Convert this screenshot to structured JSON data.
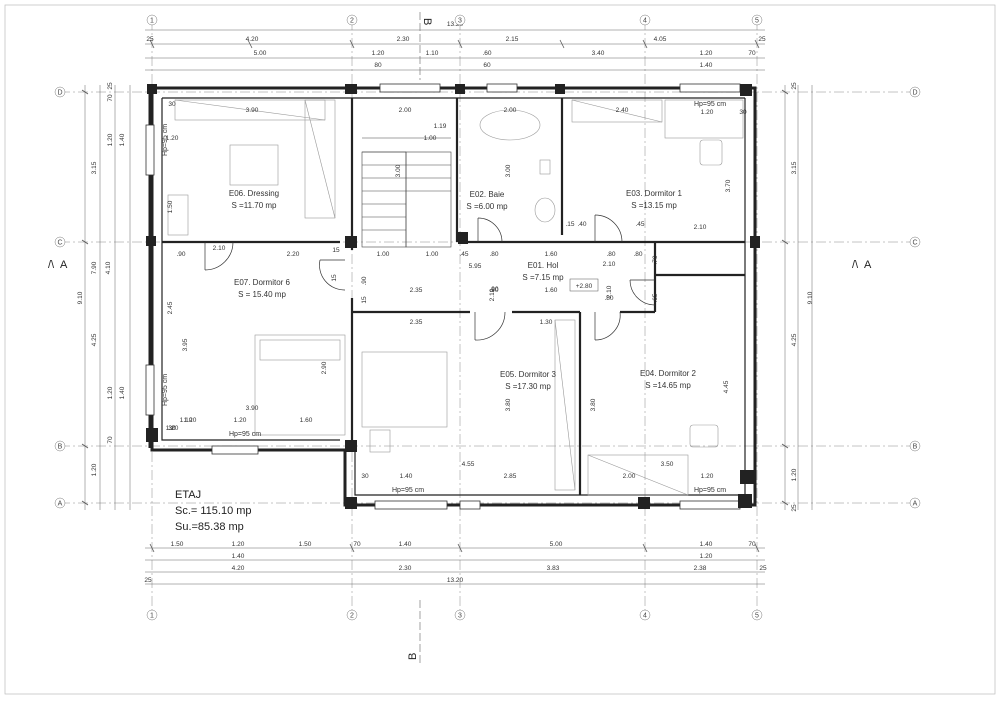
{
  "plan": {
    "level_title": "ETAJ",
    "sc_area": "Sc.= 115.10 mp",
    "su_area": "Su.=85.38 mp",
    "level_mark": "+2.80",
    "section_a_left": "A",
    "section_a_right": "A",
    "section_b_top": "B",
    "section_b_bottom": "B",
    "section_glyph": "/\\",
    "hp_label": "Hp=95 cm"
  },
  "rooms": [
    {
      "name": "E06. Dressing",
      "area": "S =11.70 mp"
    },
    {
      "name": "E07. Dormitor 6",
      "area": "S = 15.40 mp"
    },
    {
      "name": "E02. Baie",
      "area": "S =6.00 mp"
    },
    {
      "name": "E03. Dormitor 1",
      "area": "S =13.15 mp"
    },
    {
      "name": "E01. Hol",
      "area": "S =7.15 mp"
    },
    {
      "name": "E05. Dormitor 3",
      "area": "S =17.30 mp"
    },
    {
      "name": "E04. Dormitor 2",
      "area": "S =14.65 mp"
    }
  ],
  "axes": {
    "letters": [
      "D",
      "C",
      "B",
      "A"
    ],
    "numbers": [
      "1",
      "2",
      "3",
      "4",
      "5"
    ]
  },
  "dims": {
    "top_total": "13.20",
    "top_row1": [
      "25",
      "4.20",
      "2.30",
      "2.15",
      "4.05",
      "25"
    ],
    "top_row2": [
      "5.00",
      "1.20",
      "1.10",
      ".60",
      "3.40",
      "1.20",
      "70"
    ],
    "top_row3": [
      "80",
      "60",
      "1.40"
    ],
    "bottom_row1": [
      "1.50",
      "1.20",
      "1.50",
      "70",
      "1.40",
      "5.00",
      "1.40",
      "70"
    ],
    "bottom_row2": [
      "1.40",
      "1.20"
    ],
    "bottom_row3": [
      "4.20",
      "2.30",
      "3.83",
      "2.38",
      "25"
    ],
    "bottom_total": "13.20",
    "bottom_25": "25",
    "left_outer": [
      "9.10"
    ],
    "left_mid": [
      "3.15",
      "7.90",
      "4.10",
      "4.25",
      "1.20"
    ],
    "left_inner": [
      "25",
      "70",
      "1.20",
      "1.40",
      "1.20",
      "1.40",
      "70"
    ],
    "right_outer": [
      "9.10"
    ],
    "right_mid": [
      "3.15",
      "4.25",
      "1.20"
    ],
    "right_inner": [
      "25",
      "25"
    ],
    "interior": [
      "3.90",
      "2.00",
      "2.00",
      "2.40",
      "1.20",
      "30",
      "30",
      "1.20",
      "1.19",
      "1.00",
      "3.00",
      "3.00",
      "3.70",
      "1.50",
      ".90",
      "2.10",
      "2.20",
      "15",
      "1.00",
      "1.00",
      ".45",
      ".80",
      "1.60",
      ".80",
      ".80",
      "5.95",
      "2.10",
      "2.10",
      "2.10",
      ".90",
      ".15",
      ".40",
      ".45",
      "2.10",
      ".70",
      ".65",
      "2.35",
      ".90",
      "1.60",
      ".80",
      "2.35",
      "1.30",
      "2.45",
      "3.95",
      "2.90",
      "3.80",
      "3.80",
      "4.45",
      "3.90",
      "1.10",
      "1.20",
      "1.60",
      "30",
      "1.40",
      "4.55",
      "2.85",
      "2.00",
      "3.50",
      "1.20",
      "30",
      "15",
      ".90",
      "15",
      "1.20",
      "1.20",
      "30"
    ]
  }
}
